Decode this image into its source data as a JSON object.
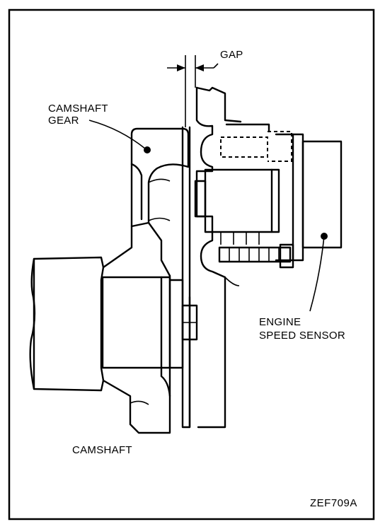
{
  "labels": {
    "gap": "GAP",
    "camshaft_gear_line1": "CAMSHAFT",
    "camshaft_gear_line2": "GEAR",
    "engine_speed_sensor_line1": "ENGINE",
    "engine_speed_sensor_line2": "SPEED SENSOR",
    "camshaft": "CAMSHAFT",
    "figure_code": "ZEF709A"
  }
}
